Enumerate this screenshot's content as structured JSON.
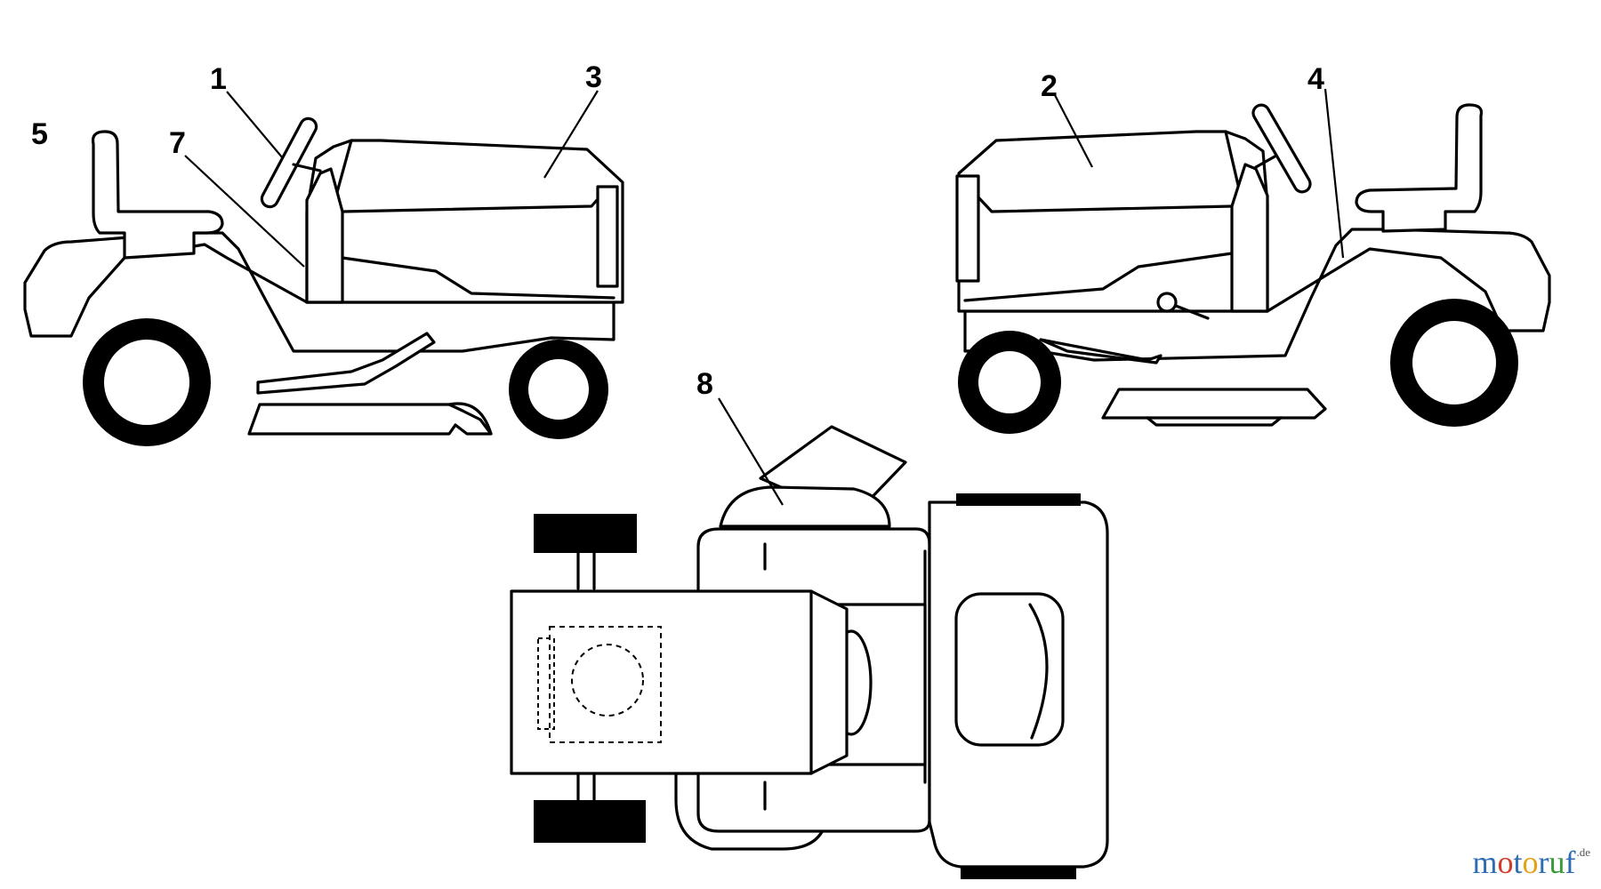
{
  "callouts": {
    "c1": "1",
    "c2": "2",
    "c3": "3",
    "c4": "4",
    "c5": "5",
    "c7": "7",
    "c8": "8"
  },
  "watermark": {
    "text_parts": [
      {
        "text": "m",
        "color": "#2f6db3"
      },
      {
        "text": "o",
        "color": "#d23a2a"
      },
      {
        "text": "t",
        "color": "#2f6db3"
      },
      {
        "text": "o",
        "color": "#e1a317"
      },
      {
        "text": "r",
        "color": "#2f6db3"
      },
      {
        "text": "u",
        "color": "#3a9a3a"
      },
      {
        "text": "f",
        "color": "#2f6db3"
      }
    ],
    "suffix": ".de"
  },
  "colors": {
    "line": "#000000",
    "background": "#ffffff"
  }
}
